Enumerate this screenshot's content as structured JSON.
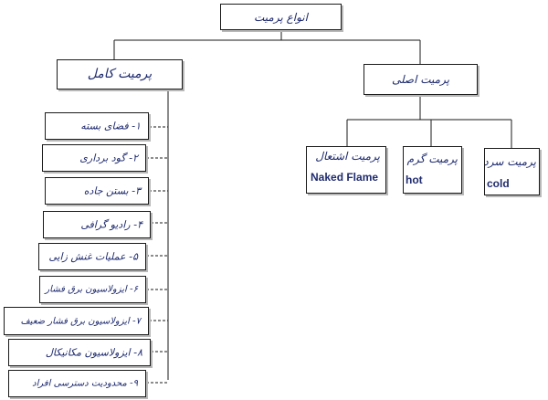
{
  "root": {
    "label": "انواع پرمیت"
  },
  "full_permit": {
    "label": "پرمیت کامل"
  },
  "main_permit": {
    "label": "پرمیت اصلی"
  },
  "main_children": [
    {
      "label": "پرمیت اشتعال",
      "english": "Naked Flame"
    },
    {
      "label": "پرمیت گرم",
      "english": "hot"
    },
    {
      "label": "پرمیت سرد",
      "english": "cold"
    }
  ],
  "full_items": [
    {
      "label": "۱- فضای بسته"
    },
    {
      "label": "۲- گود برداری"
    },
    {
      "label": "۳- بستن جاده"
    },
    {
      "label": "۴- رادیو گرافی"
    },
    {
      "label": "۵- عملیات غنش زایی"
    },
    {
      "label": "۶- ایزولاسیون برق فشار"
    },
    {
      "label": "۷- ایزولاسیون برق فشار ضعیف"
    },
    {
      "label": "۸- ایزولاسیون مکانیکال"
    },
    {
      "label": "۹- محدودیت دسترسی افراد"
    }
  ],
  "colors": {
    "line": "#1a1a1a",
    "text": "#1f2b6e"
  }
}
